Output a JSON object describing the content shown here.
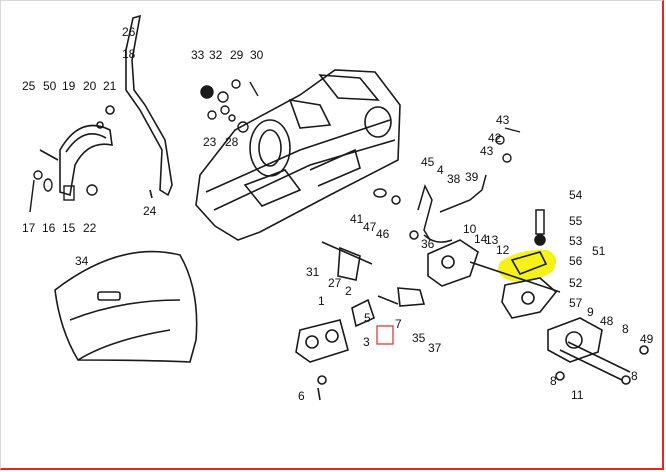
{
  "diagram": {
    "labels": [
      "26",
      "18",
      "33",
      "32",
      "29",
      "30",
      "25",
      "50",
      "19",
      "20",
      "21",
      "23",
      "28",
      "43",
      "42",
      "43",
      "17",
      "16",
      "15",
      "22",
      "24",
      "45",
      "4",
      "38",
      "39",
      "41",
      "47",
      "46",
      "36",
      "10",
      "14",
      "13",
      "12",
      "54",
      "55",
      "53",
      "51",
      "56",
      "52",
      "57",
      "9",
      "34",
      "31",
      "2",
      "27",
      "1",
      "5",
      "7",
      "35",
      "37",
      "3",
      "48",
      "8",
      "49",
      "8",
      "11",
      "8",
      "6"
    ],
    "highlight_color": "#f4f000",
    "accent_red": "#e8261b",
    "line_color": "#1a1a1a"
  }
}
